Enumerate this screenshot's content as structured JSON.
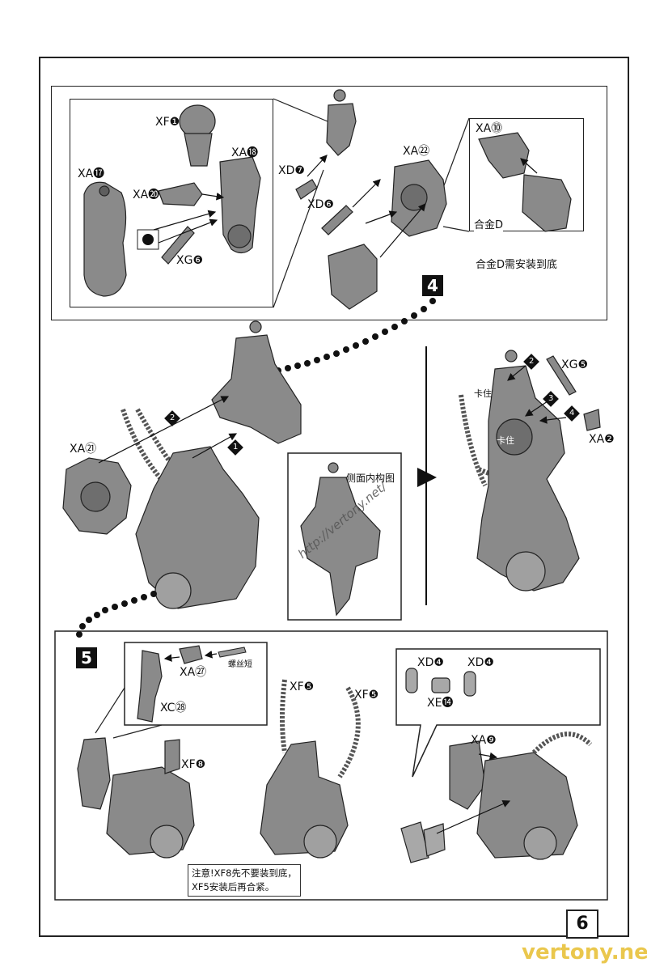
{
  "page_number": "6",
  "step4": {
    "badge": "4",
    "labels": {
      "xf1": "XF❶",
      "xa18": "XA⓲",
      "xa17": "XA⓱",
      "xa20": "XA⓴",
      "xg6": "XG❻",
      "xd7": "XD❼",
      "xd6": "XD❻",
      "xa22": "XA㉒",
      "xa10": "XA⓾",
      "alloy_d": "合金D"
    },
    "note": "合金D需安装到底"
  },
  "middle": {
    "xa21": "XA㉑",
    "xg5": "XG❺",
    "xa2": "XA❷",
    "clamp1": "卡住",
    "clamp2": "卡住",
    "side_view_title": "侧面内构图",
    "arrows": [
      "1",
      "2",
      "2",
      "3",
      "4"
    ]
  },
  "step5": {
    "badge": "5",
    "labels": {
      "xa27": "XA㉗",
      "screw": "螺丝短",
      "xc28": "XC㉘",
      "xf8": "XF❽",
      "xf5a": "XF❺",
      "xf5b": "XF❺",
      "xd4a": "XD❹",
      "xd4b": "XD❹",
      "xe14": "XE⓮",
      "xa9": "XA❾"
    },
    "note": "注意!XF8先不要装到底，XF5安装后再合紧。"
  },
  "watermarks": {
    "url": "http://vertony.net/",
    "site": "vertony.net"
  },
  "colors": {
    "part_fill": "#8a8a8a",
    "part_dark": "#5e5e5e",
    "line": "#111111",
    "watermark": "#e8c23a"
  }
}
